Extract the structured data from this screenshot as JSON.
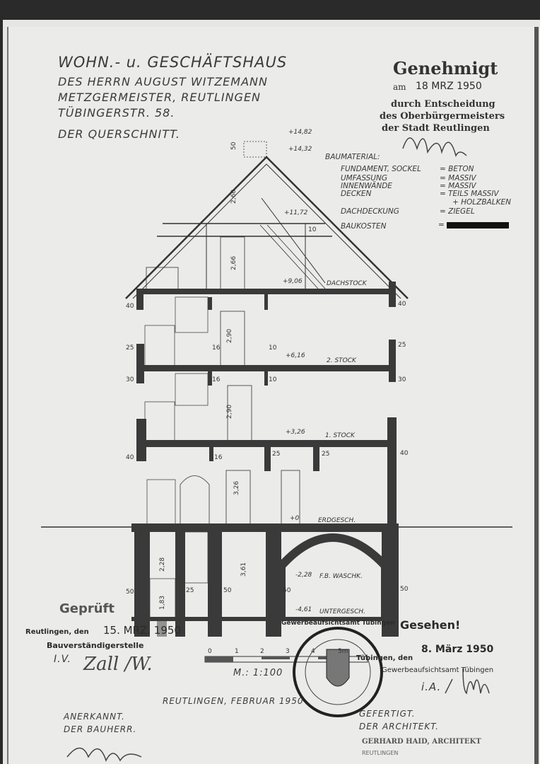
{
  "title": {
    "line1": "WOHN.- u. GESCHÄFTSHAUS",
    "line2": "DES HERRN AUGUST WITZEMANN",
    "line3": "METZGERMEISTER, REUTLINGEN",
    "line4": "TÜBINGERSTR. 58.",
    "drawing": "DER QUERSCHNITT."
  },
  "approval_stamp": {
    "heading": "Genehmigt",
    "date_prefix": "am",
    "date": "18 MRZ 1950",
    "line1": "durch Entscheidung",
    "line2": "des Oberbürgermeisters",
    "line3": "der Stadt Reutlingen"
  },
  "materials": {
    "heading": "BAUMATERIAL:",
    "items": [
      {
        "label": "FUNDAMENT, SOCKEL",
        "value": "= BETON"
      },
      {
        "label": "UMFASSUNG",
        "value": "= MASSIV"
      },
      {
        "label": "INNENWÄNDE",
        "value": "= MASSIV"
      },
      {
        "label": "DECKEN",
        "value": "= TEILS MASSIV"
      },
      {
        "label": "",
        "value": "+ HOLZBALKEN"
      },
      {
        "label": "DACHDECKUNG",
        "value": "= ZIEGEL"
      },
      {
        "label": "BAUKOSTEN",
        "value": "="
      }
    ]
  },
  "levels": {
    "top1": "+14,82",
    "top2": "+14,32",
    "attic": "+11,72",
    "dach": "+9,06",
    "dach_label": "DACHSTOCK",
    "second": "+6,16",
    "second_label": "2. STOCK",
    "first": "+3,26",
    "first_label": "1. STOCK",
    "ground": "+0",
    "ground_label": "ERDGESCH.",
    "wash": "-2,28",
    "wash_label": "F.B. WASCHK.",
    "base": "-4,61",
    "base_label": "UNTERGESCH."
  },
  "dimensions": {
    "h1": "2,60",
    "h2": "2,66",
    "h3": "2,90",
    "h4": "2,90",
    "h5": "3,26",
    "h6": "3,61",
    "h7": "2,28",
    "h8": "1,83",
    "chimney": "50",
    "left_walls": [
      "40",
      "25",
      "30",
      "40",
      "50"
    ],
    "right_walls": [
      "40",
      "25",
      "30",
      "40",
      "50"
    ],
    "inner": [
      "16",
      "10",
      "16",
      "10",
      "16",
      "25",
      "25",
      "10",
      "25",
      "50",
      "50"
    ]
  },
  "checked_stamp": {
    "heading": "Geprüft",
    "place": "Reutlingen, den",
    "date": "15. MRZ. 1950",
    "office": "Bauverständigerstelle",
    "sign_prefix": "I.V."
  },
  "scale": {
    "ticks": [
      "0",
      "1",
      "2",
      "3",
      "4",
      "5m"
    ],
    "label": "M.: 1:100"
  },
  "seen_stamp": {
    "heading": "Gesehen!",
    "place": "Tübingen, den",
    "date": "8. März 1950",
    "office": "Gewerbeaufsichtsamt Tübingen",
    "sign_prefix": "i.A."
  },
  "round_stamp": {
    "text": "Gewerbeaufsichtsamt Tübingen"
  },
  "footer": {
    "place_date": "REUTLINGEN, FEBRUAR 1950",
    "left1": "ANERKANNT.",
    "left2": "DER BAUHERR.",
    "right1": "GEFERTIGT.",
    "right2": "DER ARCHITEKT.",
    "architect_name": "GERHARD HAID, ARCHITEKT",
    "architect_address": "REUTLINGEN"
  }
}
